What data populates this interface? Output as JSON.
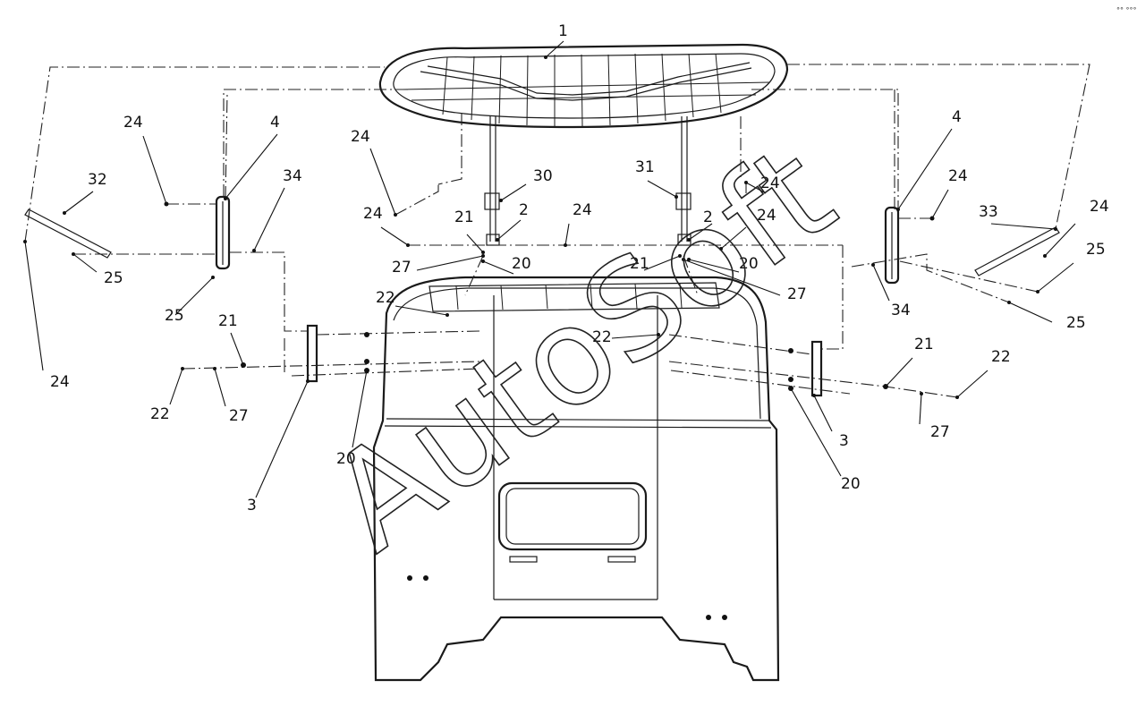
{
  "watermark": "AutoSoft",
  "corner_mark": "°° °°°",
  "callouts": [
    "1",
    "24",
    "4",
    "34",
    "32",
    "25",
    "25",
    "24",
    "21",
    "22",
    "27",
    "3",
    "20",
    "24",
    "24",
    "30",
    "21",
    "2",
    "24",
    "27",
    "20",
    "22",
    "22",
    "31",
    "24",
    "2",
    "24",
    "21",
    "20",
    "27",
    "4",
    "24",
    "33",
    "24",
    "25",
    "34",
    "25",
    "21",
    "22",
    "27",
    "3",
    "20"
  ]
}
